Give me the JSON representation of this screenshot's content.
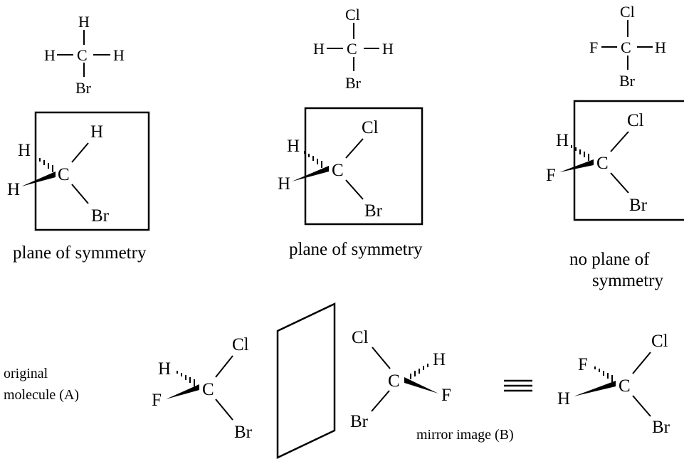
{
  "colors": {
    "ink": "#000000",
    "background": "#ffffff"
  },
  "structures": {
    "s1": {
      "top": "H",
      "left": "H",
      "center": "C",
      "right": "H",
      "bottom": "Br"
    },
    "s2": {
      "top": "Cl",
      "left": "H",
      "center": "C",
      "right": "H",
      "bottom": "Br"
    },
    "s3": {
      "top": "Cl",
      "left": "F",
      "center": "C",
      "right": "H",
      "bottom": "Br"
    }
  },
  "wedges": {
    "w1": {
      "up": "H",
      "dash": "H",
      "wedge": "H",
      "center": "C",
      "down": "Br"
    },
    "w2": {
      "up": "Cl",
      "dash": "H",
      "wedge": "H",
      "center": "C",
      "down": "Br"
    },
    "w3": {
      "up": "Cl",
      "dash": "H",
      "wedge": "F",
      "center": "C",
      "down": "Br"
    }
  },
  "captions": {
    "c1": "plane of symmetry",
    "c2": "plane of symmetry",
    "c3_line1": "no plane of",
    "c3_line2": "symmetry"
  },
  "bottom": {
    "original_line1": "original",
    "original_line2": "molecule (A)",
    "mol_a": {
      "dash": "H",
      "wedge": "F",
      "center": "C",
      "up": "Cl",
      "down": "Br"
    },
    "mol_b": {
      "up": "Cl",
      "down": "Br",
      "center": "C",
      "dash": "H",
      "wedge": "F"
    },
    "mirror_label": "mirror image (B)",
    "equiv_symbol": "≡",
    "mol_c": {
      "dash": "F",
      "wedge": "H",
      "center": "C",
      "up": "Cl",
      "down": "Br"
    }
  }
}
